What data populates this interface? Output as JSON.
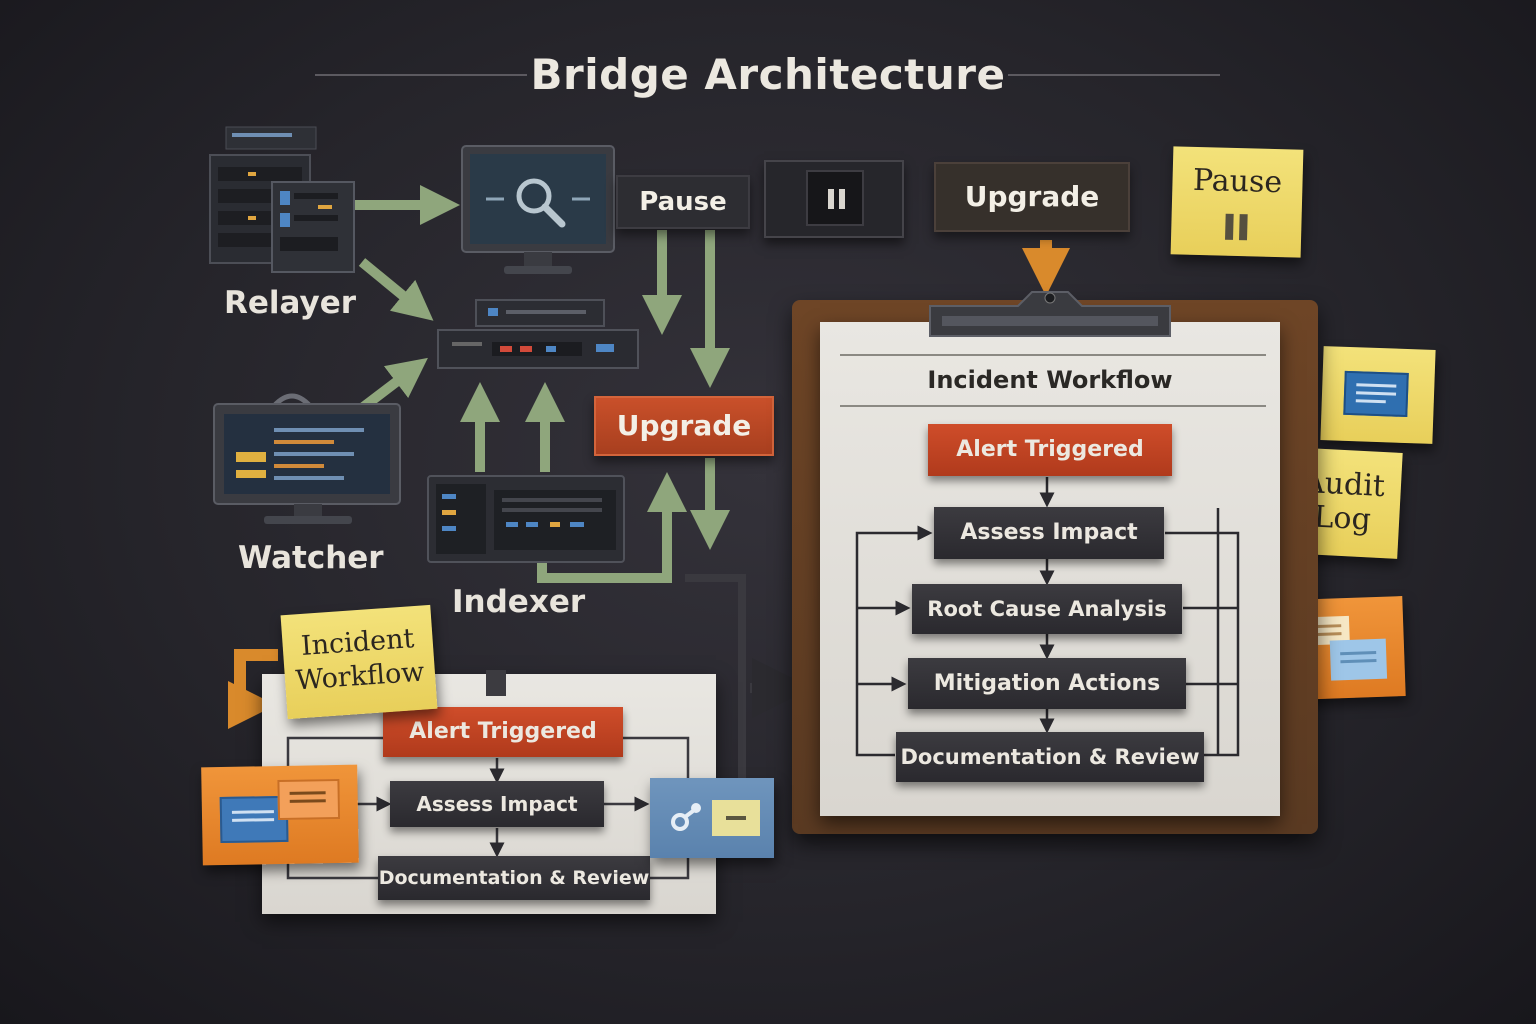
{
  "title": "Bridge Architecture",
  "nodes": {
    "relayer": "Relayer",
    "watcher": "Watcher",
    "indexer": "Indexer"
  },
  "controls": {
    "pause": "Pause",
    "pause_icon": "pause-icon",
    "upgrade_top": "Upgrade",
    "upgrade_mid": "Upgrade"
  },
  "notes": {
    "pause_note": "Pause",
    "audit_log_line1": "Audit",
    "audit_log_line2": "Log",
    "incident_line1": "Incident",
    "incident_line2": "Workflow"
  },
  "main_workflow": {
    "title": "Incident Workflow",
    "steps": [
      "Alert Triggered",
      "Assess Impact",
      "Root Cause Analysis",
      "Mitigation Actions",
      "Documentation & Review"
    ]
  },
  "mini_workflow": {
    "steps": [
      "Alert Triggered",
      "Assess Impact",
      "Documentation & Review"
    ]
  },
  "colors": {
    "arrow_green": "#8fa67c",
    "accent_orange": "#c9502a",
    "sticky_yellow": "#efdc72",
    "sticky_orange": "#e8862e",
    "sticky_blue": "#4e86c4"
  }
}
